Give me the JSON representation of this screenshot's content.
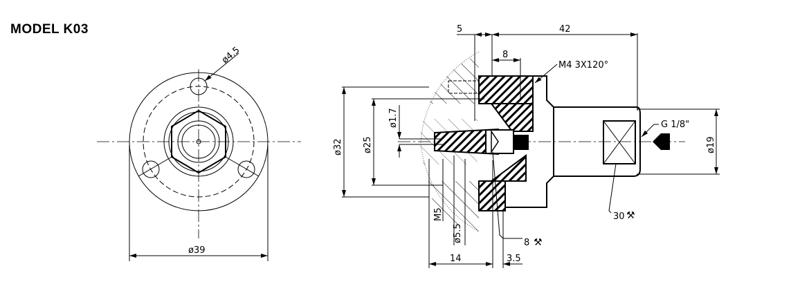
{
  "title": "MODEL K03",
  "front_view": {
    "hole_diameter": "ø4.5",
    "outer_diameter": "ø39"
  },
  "section_view": {
    "dim_top_left": "5",
    "dim_top_length": "42",
    "dim_flange": "8",
    "screw_note": "M4  3X120°",
    "dim_dia_32": "ø32",
    "dim_dia_25": "ø25",
    "dim_dia_1_7": "ø1.7",
    "dim_dia_19": "ø19",
    "thread_port": "G 1/8\"",
    "thread_m5": "M5",
    "dim_dia_5_5": "ø5.5",
    "dim_bottom_14": "14",
    "dim_bottom_3_5": "3.5",
    "wrench_8": "8",
    "wrench_30": "30"
  }
}
